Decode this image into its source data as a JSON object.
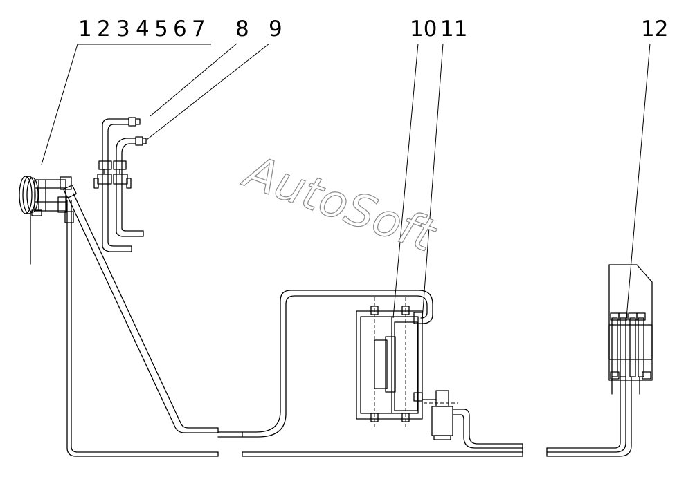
{
  "callouts": [
    "1",
    "2",
    "3",
    "4",
    "5",
    "6",
    "7",
    "8",
    "9",
    "10",
    "11",
    "12"
  ],
  "watermark": "AutoSoft"
}
